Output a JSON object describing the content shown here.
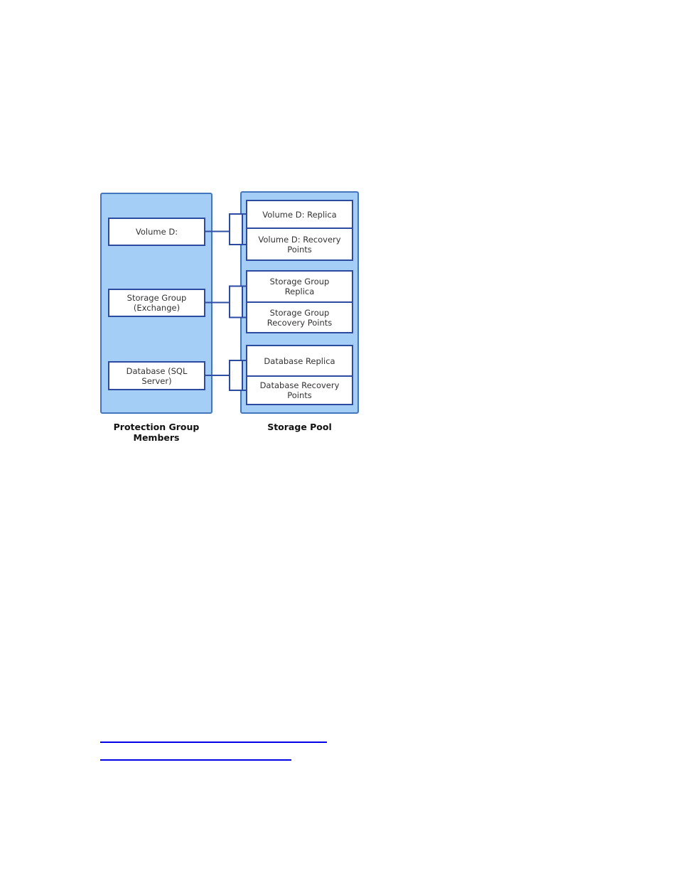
{
  "diagram": {
    "protection_group": {
      "caption": "Protection Group Members",
      "members": [
        {
          "label": "Volume D:"
        },
        {
          "label": "Storage Group (Exchange)"
        },
        {
          "label": "Database (SQL Server)"
        }
      ]
    },
    "storage_pool": {
      "caption": "Storage Pool",
      "pairs": [
        {
          "replica": "Volume D: Replica",
          "recovery": "Volume D: Recovery Points"
        },
        {
          "replica": "Storage Group Replica",
          "recovery": "Storage Group Recovery Points"
        },
        {
          "replica": "Database Replica",
          "recovery": "Database Recovery Points"
        }
      ]
    },
    "colors": {
      "container_fill": "#a5cef6",
      "container_border": "#4376bd",
      "box_border": "#2b4aa0",
      "connector": "#2e4fa3",
      "text": "#333333",
      "link": "#0000e6"
    }
  }
}
